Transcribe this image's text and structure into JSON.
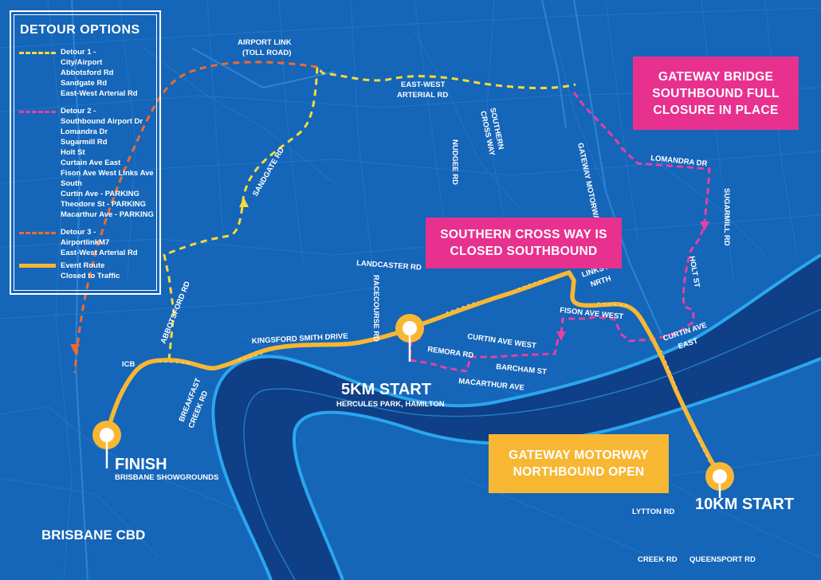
{
  "legend": {
    "title": "DETOUR OPTIONS",
    "items": [
      {
        "style": "detour1",
        "color": "#f7d93b",
        "lines": [
          "Detour 1 -",
          "City/Airport",
          "Abbotsford Rd",
          "Sandgate Rd",
          "East-West Arterial Rd"
        ]
      },
      {
        "style": "detour2",
        "color": "#e83fa3",
        "lines": [
          "Detour 2 -",
          "Southbound Airport Dr",
          "Lomandra Dr",
          "Sugarmill Rd",
          "Holt St",
          "Curtain Ave East",
          "Fison Ave West Links Ave",
          "South",
          "Curtin Ave - PARKING",
          "Theodore St - PARKING",
          "Macarthur Ave - PARKING"
        ]
      },
      {
        "style": "detour3",
        "color": "#ef6b2c",
        "lines": [
          "Detour 3 -",
          "AirportlinkM7",
          "East-West Arterial Rd"
        ]
      },
      {
        "style": "event",
        "color": "#f7b733",
        "lines": [
          "Event Route",
          "Closed to Traffic"
        ]
      }
    ]
  },
  "callouts": {
    "gateway_bridge": "GATEWAY BRIDGE\nSOUTHBOUND FULL\nCLOSURE IN PLACE",
    "southern_cross": "SOUTHERN CROSS WAY IS\nCLOSED SOUTHBOUND",
    "gateway_motorway": "GATEWAY MOTORWAY\nNORTHBOUND OPEN"
  },
  "markers": {
    "finish": {
      "title": "FINISH",
      "subtitle": "BRISBANE SHOWGROUNDS"
    },
    "start_5k": {
      "title": "5KM START",
      "subtitle": "HERCULES PARK, HAMILTON"
    },
    "start_10k": {
      "title": "10KM START"
    }
  },
  "labels": {
    "airport_link_1": "AIRPORT LINK",
    "airport_link_2": "(TOLL ROAD)",
    "east_west_1": "EAST-WEST",
    "east_west_2": "ARTERIAL RD",
    "southern_cross_1": "SOUTHERN",
    "southern_cross_2": "CROSS WAY",
    "nudgee": "NUDGEE RD",
    "gateway_motorway_road": "GATEWAY MOTORWAY",
    "lomandra": "LOMANDRA DR",
    "sugarmill": "SUGARMILL RD",
    "sandgate": "SANDGATE RD",
    "landcaster": "LANDCASTER RD",
    "racecourse": "RACECOURSE RD",
    "holt": "HOLT ST",
    "links_ave_1": "LINKS AVE",
    "links_ave_2": "NRTH",
    "fison": "FISON AVE WEST",
    "curtin_east_1": "CURTIN AVE",
    "curtin_east_2": "EAST",
    "curtin_west": "CURTIN AVE WEST",
    "remora": "REMORA RD",
    "barcham": "BARCHAM ST",
    "macarthur": "MACARTHUR AVE",
    "kingsford": "KINGSFORD SMITH DRIVE",
    "abbotsford": "ABBOTSFORD RD",
    "icb": "ICB",
    "breakfast_1": "BREAKFAST",
    "breakfast_2": "CREEK RD",
    "brisbane_cbd": "BRISBANE CBD",
    "lytton": "LYTTON RD",
    "creek": "CREEK RD",
    "queensport": "QUEENSPORT RD"
  },
  "colors": {
    "land": "#1565b8",
    "river": "#0f3f86",
    "river_edge": "#2aa7ee",
    "streets": "#1d72c4",
    "event_route": "#f7b733",
    "detour1": "#f7d93b",
    "detour2": "#e83fa3",
    "detour3": "#ef6b2c",
    "callout_pink": "#e8318f",
    "callout_yellow": "#f7b733"
  }
}
